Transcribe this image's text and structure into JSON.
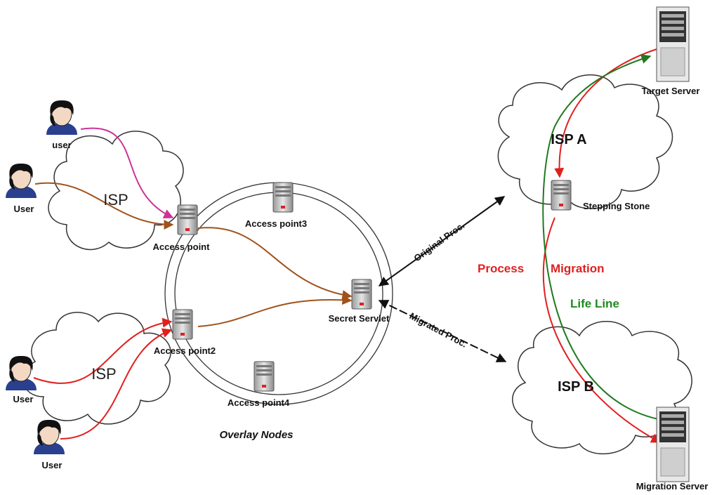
{
  "labels": {
    "user_top": "user",
    "user_left": "User",
    "user_bottom1": "User",
    "user_bottom2": "User",
    "isp_top": "ISP",
    "isp_bottom": "ISP",
    "isp_a": "ISP A",
    "isp_b": "ISP B",
    "access_point": "Access point",
    "access_point2": "Access point2",
    "access_point3": "Access point3",
    "access_point4": "Access point4",
    "secret_servlet": "Secret Servlet",
    "overlay_nodes": "Overlay Nodes",
    "original_proc": "Original Proc.",
    "migrated_proc": "Migrated Proc.",
    "stepping_stone": "Stepping Stone",
    "target_server": "Target Server",
    "migration_server": "Migration Server",
    "process": "Process",
    "migration": "Migration",
    "life_line": "Life Line"
  },
  "colors": {
    "magenta": "#cc3399",
    "brown": "#a0521b",
    "red": "#e01f1f",
    "green": "#1f7a1f",
    "process_text": "#e02020",
    "lifeline_text": "#1f8a1f"
  }
}
